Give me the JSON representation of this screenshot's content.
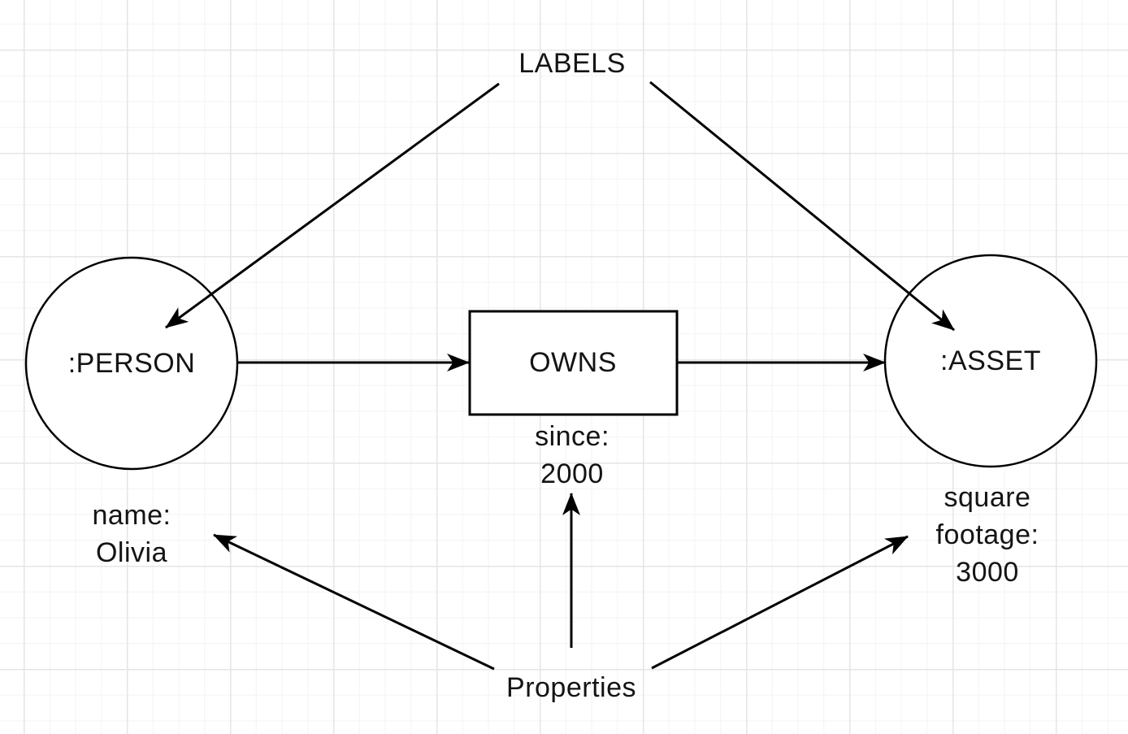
{
  "diagram": {
    "annotations": {
      "labels": "LABELS",
      "properties": "Properties"
    },
    "nodes": {
      "person": {
        "label": ":PERSON",
        "properties": [
          "name:",
          "Olivia"
        ]
      },
      "asset": {
        "label": ":ASSET",
        "properties": [
          "square",
          "footage:",
          "3000"
        ]
      }
    },
    "relationship": {
      "label": "OWNS",
      "properties": [
        "since:",
        "2000"
      ]
    },
    "colors": {
      "stroke": "#000000",
      "text": "#141414",
      "background": "#ffffff",
      "grid_minor": "#f3f3f3",
      "grid_major": "#e5e5e5"
    }
  }
}
